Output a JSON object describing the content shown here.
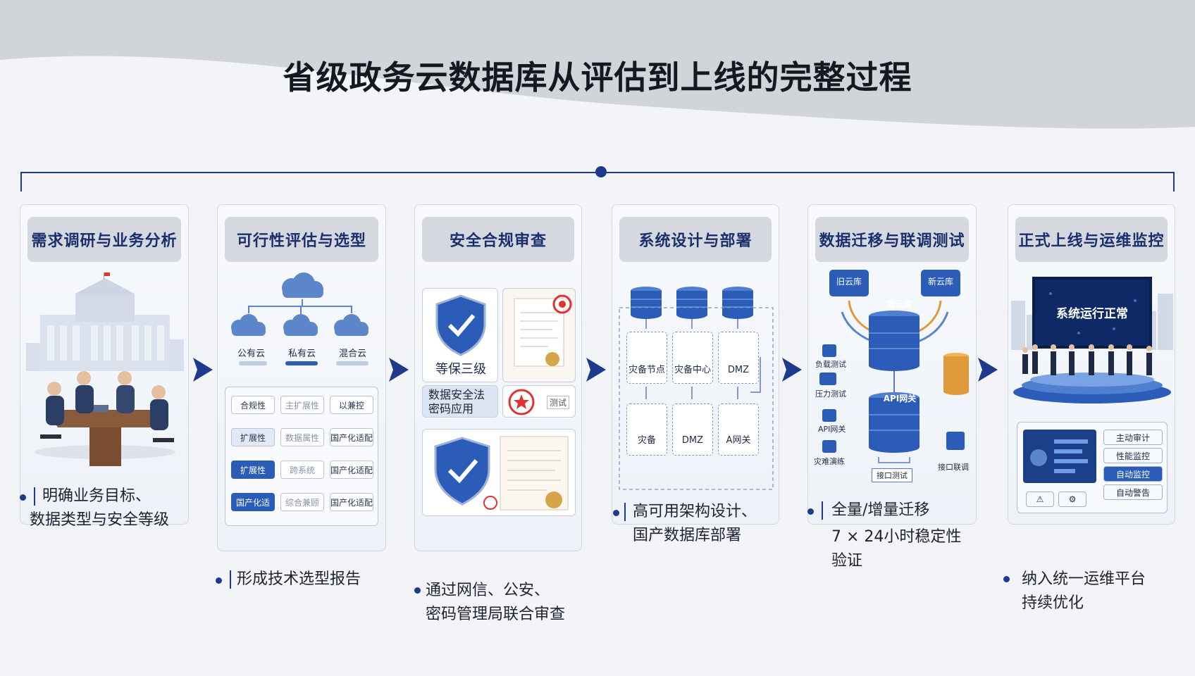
{
  "title": "省级政务云数据库从评估到上线的完整过程",
  "colors": {
    "accent": "#1d3a8c",
    "headerBg": "#d5d9df",
    "waveBg": "#d1d4d9"
  },
  "steps": [
    {
      "title": "需求调研与业务分析",
      "caption": [
        "明确业务目标、",
        "数据类型与安全等级"
      ]
    },
    {
      "title": "可行性评估与选型",
      "caption": [
        "形成技术选型报告"
      ]
    },
    {
      "title": "安全合规审查",
      "caption": [
        "通过网信、公安、",
        "密码管理局联合审查"
      ]
    },
    {
      "title": "系统设计与部署",
      "caption": [
        "高可用架构设计、",
        "国产数据库部署"
      ]
    },
    {
      "title": "数据迁移与联调测试",
      "caption": [
        "全量/增量迁移",
        "7 × 24小时稳定性",
        "验证"
      ]
    },
    {
      "title": "正式上线与运维监控",
      "caption": [
        "纳入统一运维平台",
        "持续优化"
      ]
    }
  ],
  "step2": {
    "clouds": [
      "公有云",
      "私有云",
      "混合云"
    ],
    "grid": [
      [
        "合规性",
        "主扩展性",
        "以兼控"
      ],
      [
        "扩展性",
        "数据属性",
        "国产化适配"
      ],
      [
        "扩展性",
        "跨系统",
        "国产化适配"
      ],
      [
        "国产化适",
        "综合兼顾",
        "国产化适配"
      ]
    ]
  },
  "step3": {
    "labels": [
      "等保三级",
      "数据安全法",
      "密码应用",
      "测试"
    ]
  },
  "step4": {
    "nodes": [
      "灾备节点",
      "灾备中心",
      "DMZ",
      "灾备",
      "DMZ",
      "A网关"
    ]
  },
  "step5": {
    "labels": [
      "数云库",
      "旧云库",
      "新云库",
      "API网关",
      "负载测试",
      "压力测试",
      "API网关",
      "灾难演练",
      "接口测试",
      "接口联调"
    ]
  },
  "step6": {
    "screen": "系统运行正常",
    "buttons": [
      "主动审计",
      "性能监控",
      "自动监控",
      "自动警告"
    ]
  }
}
